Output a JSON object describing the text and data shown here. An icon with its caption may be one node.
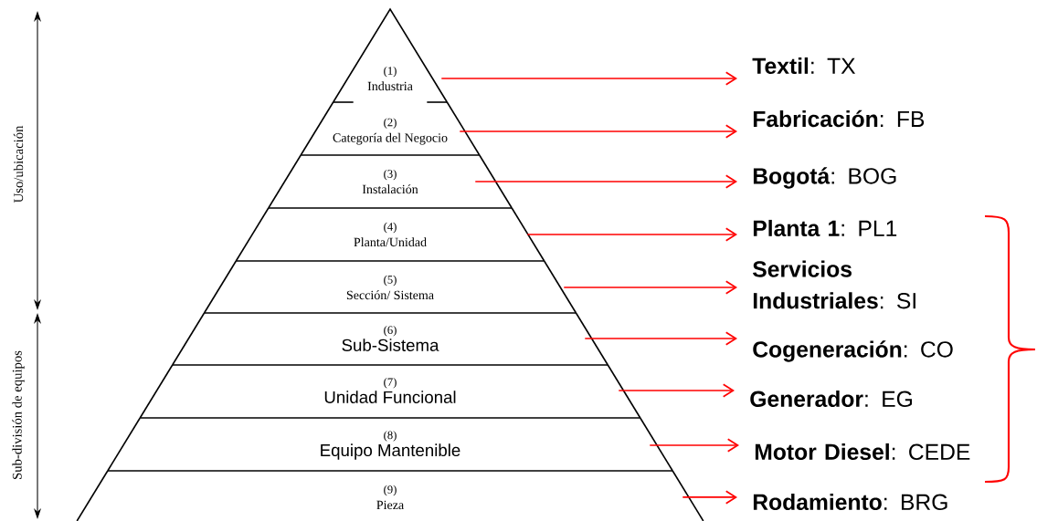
{
  "diagram": {
    "nodes": [
      {
        "text": [
          "(1)",
          "Industria"
        ]
      },
      {
        "text": [
          "(2)",
          "Categoría del Negocio"
        ]
      },
      {
        "text": [
          "(3)",
          "Instalación"
        ]
      },
      {
        "text": [
          "(4)",
          "Planta/Unidad"
        ]
      },
      {
        "text": [
          "(5)",
          "Sección/ Sistema"
        ]
      },
      {
        "text": [
          "(6)",
          "Sub-Sistema"
        ]
      },
      {
        "text": [
          "(7)",
          "Unidad Funcional"
        ]
      },
      {
        "text": [
          "(8)",
          "Equipo Mantenible"
        ]
      },
      {
        "text": [
          "(9)",
          "Pieza"
        ]
      },
      {
        "text": [
          "**Textil**: TX"
        ]
      },
      {
        "text": [
          "**Fabricación**: FB"
        ]
      },
      {
        "text": [
          "**Bogotá**: BOG"
        ]
      },
      {
        "text": [
          "**Planta 1**: PL1"
        ]
      },
      {
        "text": [
          "**Servicios Industriales**: SI"
        ]
      },
      {
        "text": [
          "**Cogeneración**: CO"
        ]
      },
      {
        "text": [
          "**Generador**: EG"
        ]
      },
      {
        "text": [
          "**Motor Diesel**: CEDE"
        ]
      },
      {
        "text": [
          "**Rodamiento**: BRG"
        ]
      }
    ],
    "edges": [
      {
        "from": 0,
        "to": 9,
        "arrow": "to",
        "color": "#ff0000"
      },
      {
        "from": 1,
        "to": 10,
        "arrow": "to",
        "color": "#ff0000"
      },
      {
        "from": 2,
        "to": 11,
        "arrow": "to",
        "color": "#ff0000"
      },
      {
        "from": 3,
        "to": 12,
        "arrow": "to",
        "color": "#ff0000"
      },
      {
        "from": 4,
        "to": 13,
        "arrow": "to",
        "color": "#ff0000"
      },
      {
        "from": 5,
        "to": 14,
        "arrow": "to",
        "color": "#ff0000"
      },
      {
        "from": 6,
        "to": 15,
        "arrow": "to",
        "color": "#ff0000"
      },
      {
        "from": 7,
        "to": 16,
        "arrow": "to",
        "color": "#ff0000"
      },
      {
        "from": 8,
        "to": 17,
        "arrow": "to",
        "color": "#ff0000"
      }
    ],
    "labels": [
      "Uso/ubicación",
      "Sub-división de equipos"
    ]
  }
}
